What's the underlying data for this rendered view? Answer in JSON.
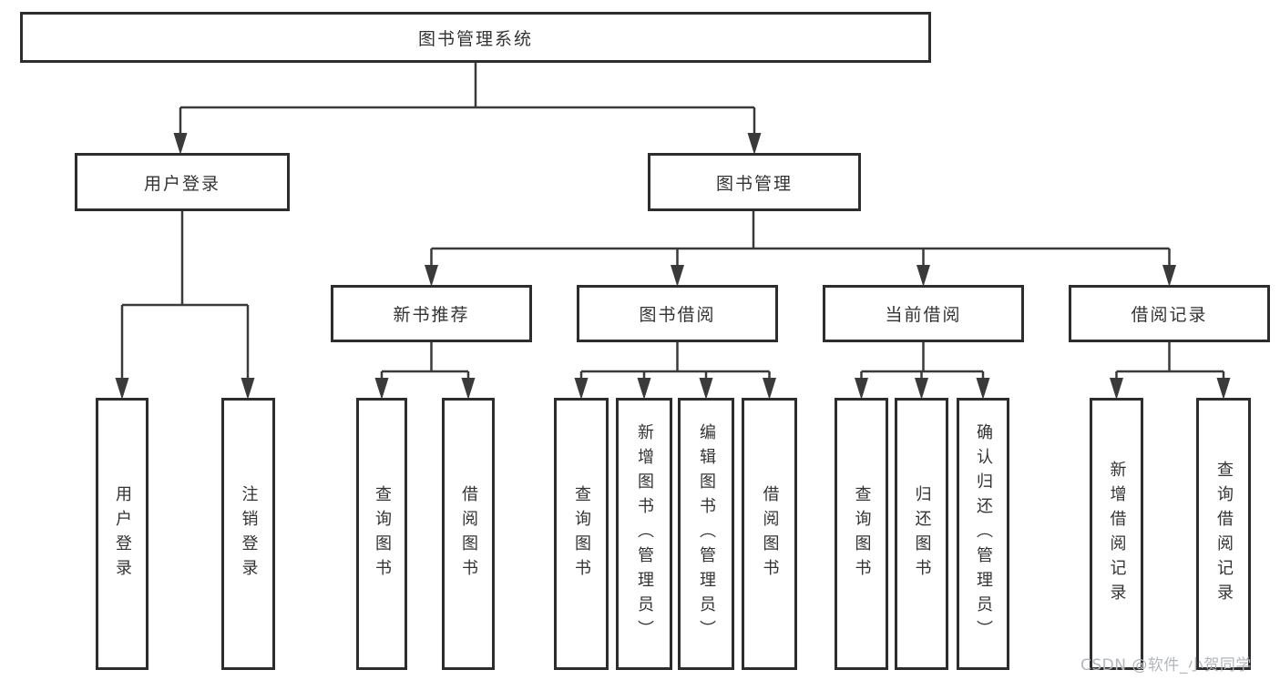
{
  "tree": {
    "label": "图书管理系统",
    "children": [
      {
        "label": "用户登录",
        "children": [
          {
            "label": "用户登录"
          },
          {
            "label": "注销登录"
          }
        ]
      },
      {
        "label": "图书管理",
        "children": [
          {
            "label": "新书推荐",
            "children": [
              {
                "label": "查询图书"
              },
              {
                "label": "借阅图书"
              }
            ]
          },
          {
            "label": "图书借阅",
            "children": [
              {
                "label": "查询图书"
              },
              {
                "label": "新增图书（管理员）"
              },
              {
                "label": "编辑图书（管理员）"
              },
              {
                "label": "借阅图书"
              }
            ]
          },
          {
            "label": "当前借阅",
            "children": [
              {
                "label": "查询图书"
              },
              {
                "label": "归还图书"
              },
              {
                "label": "确认归还（管理员）"
              }
            ]
          },
          {
            "label": "借阅记录",
            "children": [
              {
                "label": "新增借阅记录"
              },
              {
                "label": "查询借阅记录"
              }
            ]
          }
        ]
      }
    ]
  },
  "watermark": "CSDN @软件_小贺同学",
  "colors": {
    "line": "#3a3a3a",
    "box_border": "#2d2d2d",
    "text": "#333333",
    "background": "#ffffff",
    "watermark": "#b3b6bb"
  }
}
